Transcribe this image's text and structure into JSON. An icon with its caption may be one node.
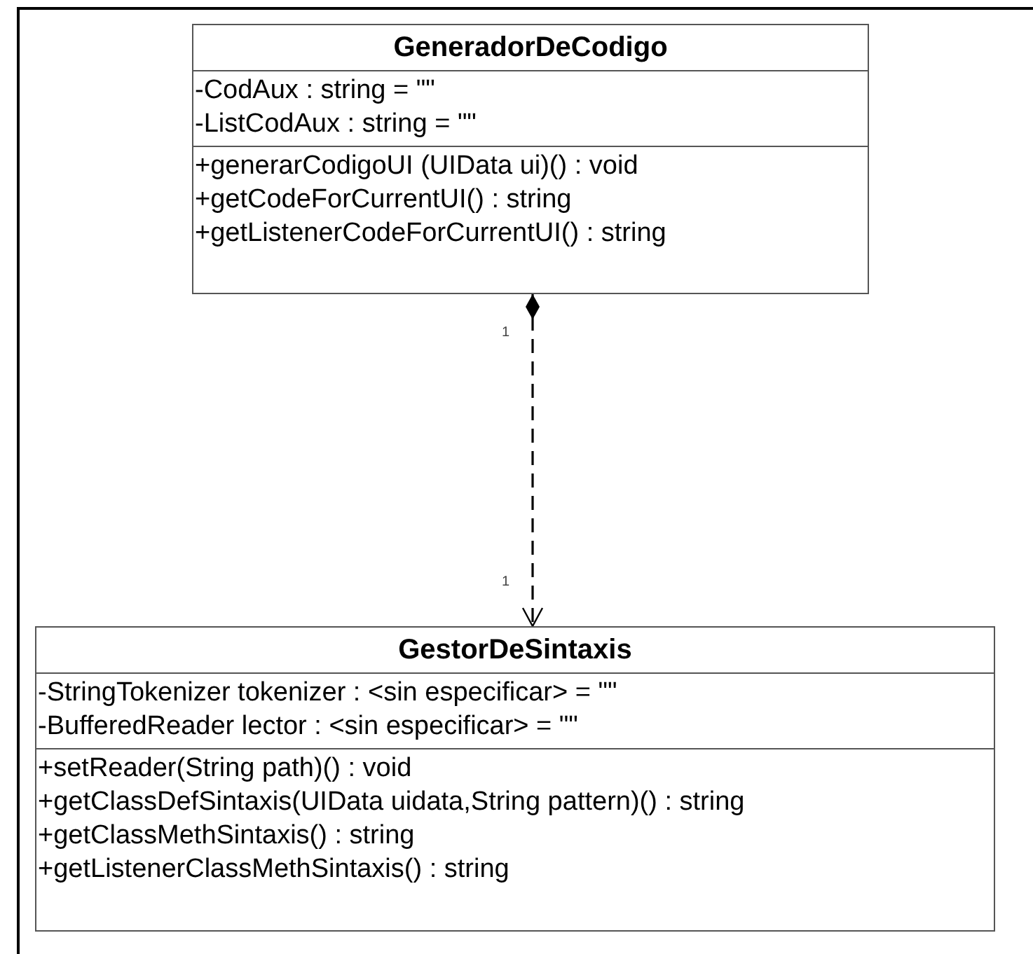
{
  "diagram": {
    "nodes": [
      {
        "text": [
          "GeneradorDeCodigo"
        ]
      },
      {
        "text": [
          "-CodAux : string = \"\"",
          "-ListCodAux : string = \"\""
        ],
        "in": 0
      },
      {
        "text": [
          "+generarCodigoUI (UIData ui)() : void",
          "+getCodeForCurrentUI() : string",
          "+getListenerCodeForCurrentUI() : string"
        ],
        "in": 0
      },
      {
        "text": [
          "GestorDeSintaxis"
        ]
      },
      {
        "text": [
          "-StringTokenizer tokenizer : <sin especificar> = \"\"",
          "-BufferedReader lector : <sin especificar> = \"\""
        ],
        "in": 3
      },
      {
        "text": [
          "+setReader(String path)() : void",
          "+getClassDefSintaxis(UIData uidata,String pattern)() : string",
          "+getClassMethSintaxis() : string",
          "+getListenerClassMethSintaxis() : string"
        ],
        "in": 3
      }
    ],
    "edges": [
      {
        "from": 0,
        "to": 3,
        "arrow": "to",
        "style": "dashed"
      }
    ],
    "labels": [
      "1",
      "1"
    ]
  }
}
